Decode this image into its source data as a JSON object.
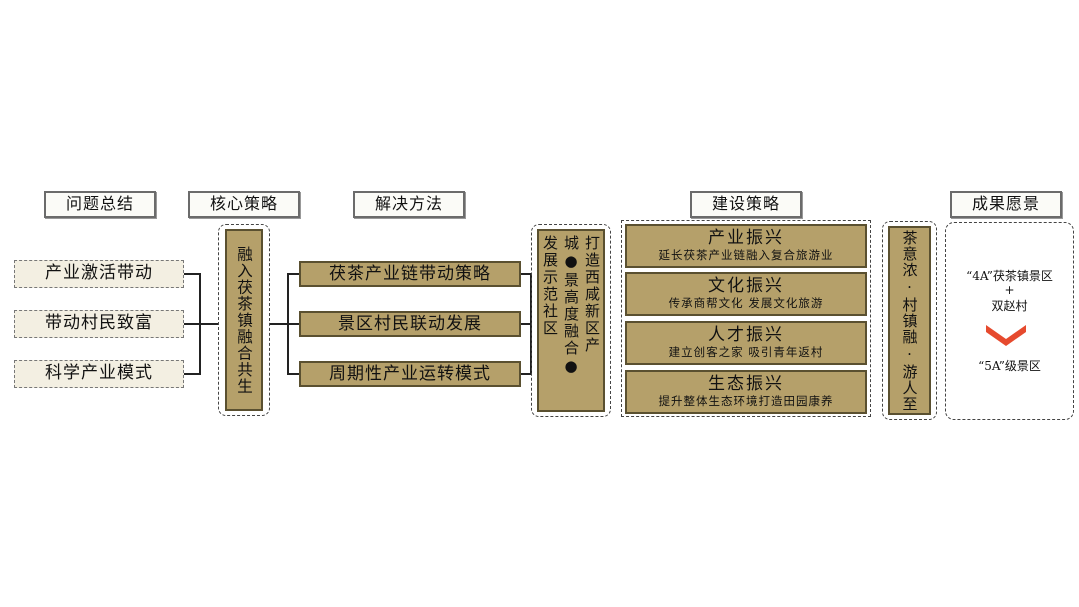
{
  "headers": {
    "problem": "问题总结",
    "core": "核心策略",
    "solution": "解决方法",
    "construction": "建设策略",
    "result": "成果愿景"
  },
  "problems": [
    "产业激活带动",
    "带动村民致富",
    "科学产业模式"
  ],
  "core_strategy": "融入茯茶镇融合共生",
  "methods": [
    "茯茶产业链带动策略",
    "景区村民联动发展",
    "周期性产业运转模式"
  ],
  "city": {
    "col1": "打造西咸新区产",
    "col2": "城●景高度融合●",
    "col3": "发展示范社区"
  },
  "strategies": [
    {
      "title": "产业振兴",
      "sub": "延长茯茶产业链融入复合旅游业"
    },
    {
      "title": "文化振兴",
      "sub": "传承商帮文化 发展文化旅游"
    },
    {
      "title": "人才振兴",
      "sub": "建立创客之家 吸引青年返村"
    },
    {
      "title": "生态振兴",
      "sub": "提升整体生态环境打造田园康养"
    }
  ],
  "slogan": "茶意浓·村镇融·游人至",
  "vision": {
    "line1": "“4A”茯茶镇景区",
    "plus": "+",
    "line2": "双赵村",
    "line3": "“5A”级景区"
  },
  "colors": {
    "gold": "#b5a06a",
    "arrow_red": "#e64a2e"
  }
}
